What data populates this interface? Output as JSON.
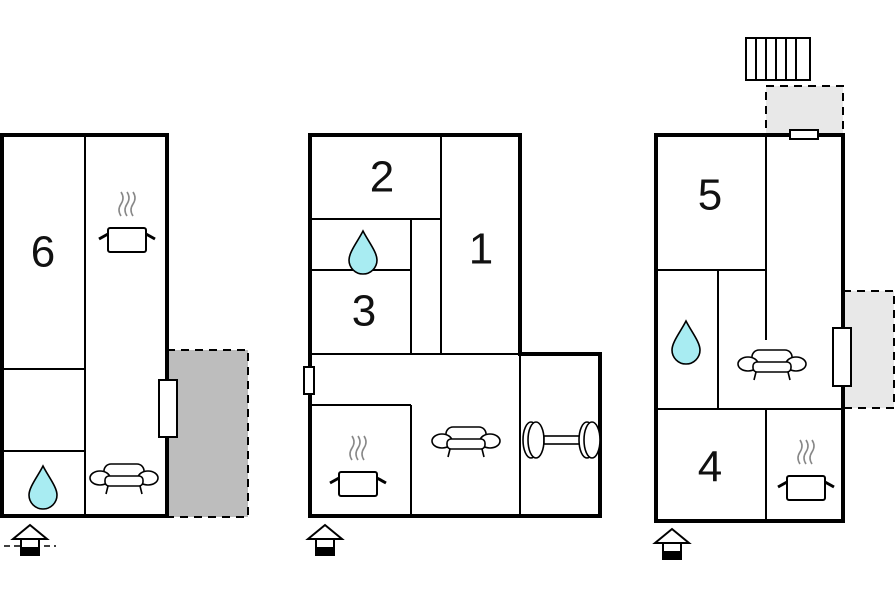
{
  "colors": {
    "wall": "#000000",
    "water": "#a8ecf2",
    "terrace_dark": "#bdbdbd",
    "terrace_light": "#e8e8e8"
  },
  "floors": [
    {
      "name": "floor-left",
      "rooms": [
        {
          "label": "6",
          "type": "bedroom"
        }
      ],
      "icons": [
        "cooking-pot-icon",
        "sofa-icon",
        "water-drop-icon",
        "entrance-icon",
        "door-icon"
      ],
      "terrace": "dark"
    },
    {
      "name": "floor-middle",
      "rooms": [
        {
          "label": "2",
          "type": "bedroom"
        },
        {
          "label": "1",
          "type": "bedroom"
        },
        {
          "label": "3",
          "type": "bedroom"
        }
      ],
      "icons": [
        "water-drop-icon",
        "cooking-pot-icon",
        "sofa-icon",
        "dumbbell-icon",
        "entrance-icon",
        "door-icon"
      ]
    },
    {
      "name": "floor-right",
      "rooms": [
        {
          "label": "5",
          "type": "bedroom"
        },
        {
          "label": "4",
          "type": "bedroom"
        }
      ],
      "icons": [
        "fence-icon",
        "water-drop-icon",
        "sofa-icon",
        "cooking-pot-icon",
        "entrance-icon",
        "door-icon"
      ],
      "terrace": "light"
    }
  ]
}
